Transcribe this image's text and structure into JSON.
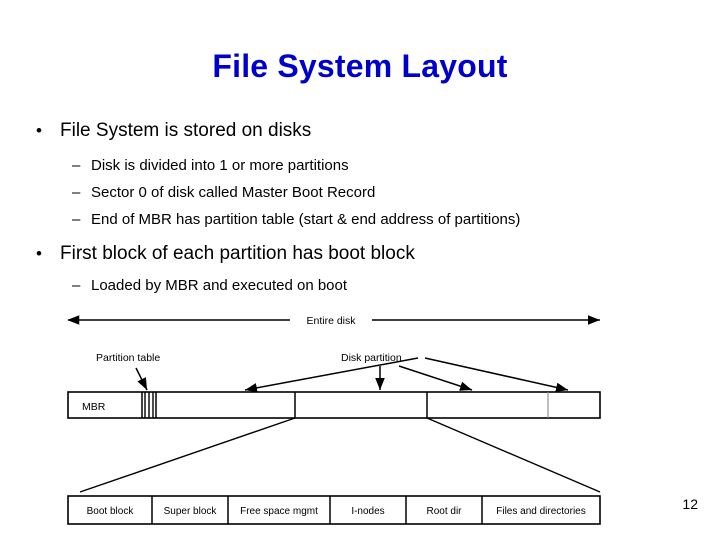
{
  "slide": {
    "title": "File System Layout",
    "title_color": "#0000CC",
    "page_number": "12"
  },
  "bullets": [
    {
      "level": 1,
      "marker": "•",
      "text": "File System is stored on disks",
      "children": [
        {
          "level": 2,
          "marker": "–",
          "text": "Disk is divided into 1 or more partitions"
        },
        {
          "level": 2,
          "marker": "–",
          "text": "Sector 0 of disk called Master Boot Record"
        },
        {
          "level": 2,
          "marker": "–",
          "text": "End of MBR has partition table (start & end address of partitions)"
        }
      ]
    },
    {
      "level": 1,
      "marker": "•",
      "text": "First block of each partition has boot block",
      "children": [
        {
          "level": 2,
          "marker": "–",
          "text": "Loaded by MBR and executed on boot"
        }
      ]
    }
  ],
  "diagram": {
    "entire_disk_label": "Entire disk",
    "partition_table_label": "Partition table",
    "disk_partition_label": "Disk partition",
    "disk_bar": {
      "cells": [
        {
          "label": "MBR"
        },
        {
          "label": ""
        },
        {
          "label": ""
        },
        {
          "label": ""
        },
        {
          "label": ""
        }
      ]
    },
    "partition_detail_bar": {
      "cells": [
        {
          "label": "Boot block"
        },
        {
          "label": "Super block"
        },
        {
          "label": "Free space mgmt"
        },
        {
          "label": "I-nodes"
        },
        {
          "label": "Root dir"
        },
        {
          "label": "Files and directories"
        }
      ]
    }
  }
}
